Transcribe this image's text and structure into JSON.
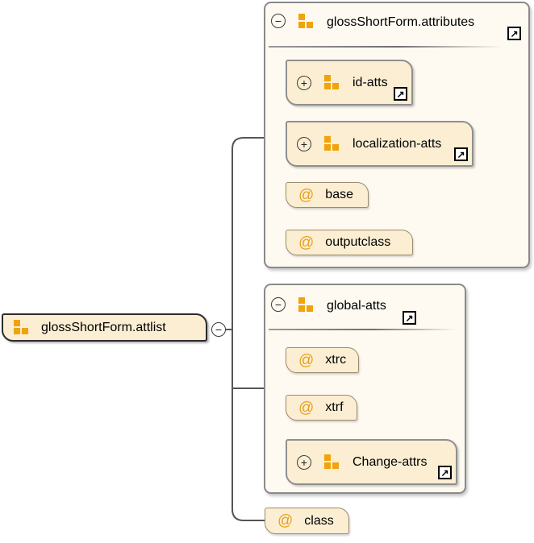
{
  "root": {
    "label": "glossShortForm.attlist",
    "toggle": "−"
  },
  "symbols": {
    "link_arrow": "↗"
  },
  "containers": [
    {
      "label": "glossShortForm.attributes",
      "toggle": "−",
      "link": "↗",
      "children": [
        {
          "kind": "attribute-group-ref",
          "label": "id-atts",
          "toggle": "+",
          "link": "↗"
        },
        {
          "kind": "attribute-group-ref",
          "label": "localization-atts",
          "toggle": "+",
          "link": "↗"
        },
        {
          "kind": "attribute",
          "prefix": "@",
          "label": "base"
        },
        {
          "kind": "attribute",
          "prefix": "@",
          "label": "outputclass"
        }
      ]
    },
    {
      "label": "global-atts",
      "toggle": "−",
      "link": "↗",
      "children": [
        {
          "kind": "attribute",
          "prefix": "@",
          "label": "xtrc"
        },
        {
          "kind": "attribute",
          "prefix": "@",
          "label": "xtrf"
        },
        {
          "kind": "attribute-group-ref",
          "label": "Change-attrs",
          "toggle": "+",
          "link": "↗"
        }
      ]
    }
  ],
  "leaf_attribute": {
    "prefix": "@",
    "label": "class"
  },
  "colors": {
    "accent_orange": "#F0A30A",
    "at_orange": "#E8A01E",
    "node_fill": "#FBEED2",
    "container_fill": "#FEFAF1",
    "connector_gray": "#555555",
    "group_border": "#8A8A8A"
  }
}
